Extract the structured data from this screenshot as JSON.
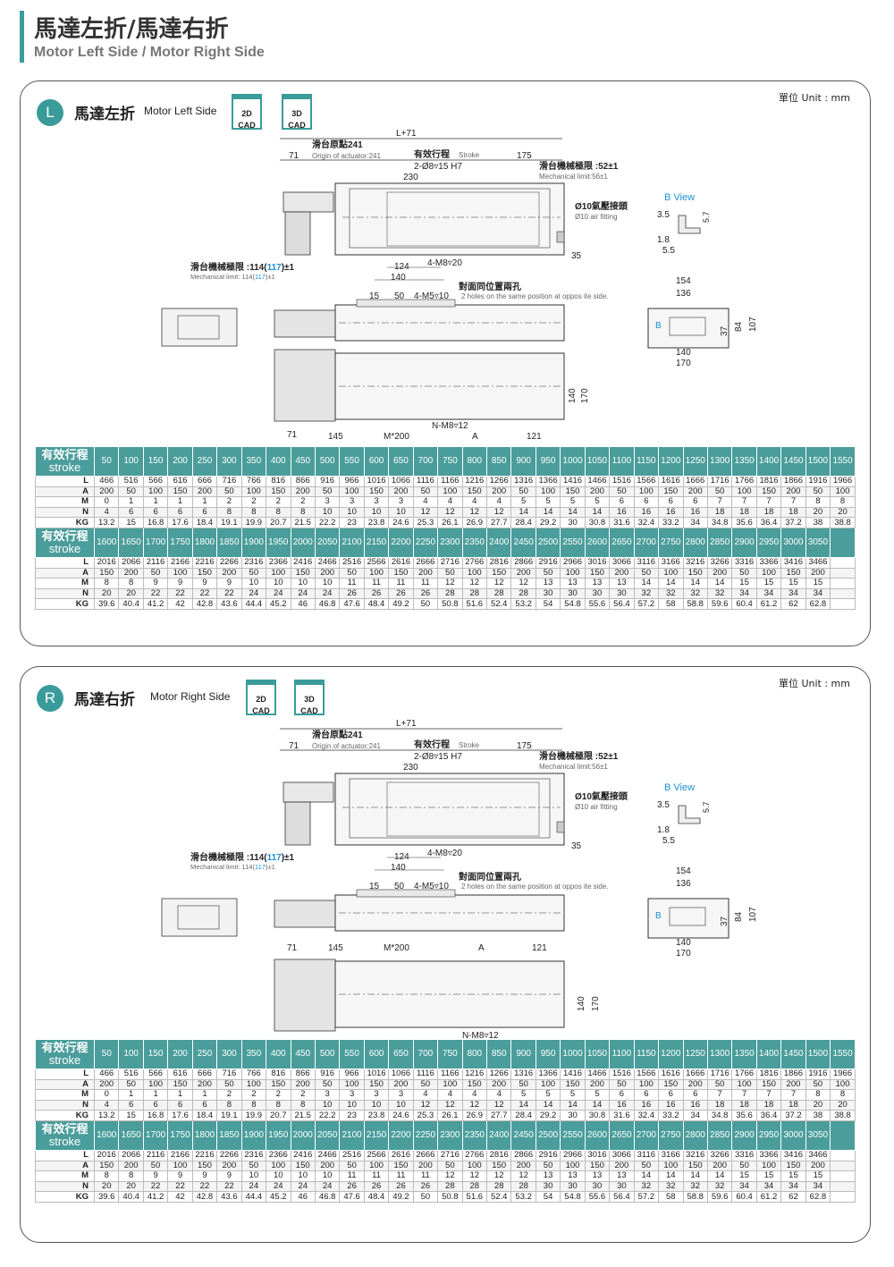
{
  "header": {
    "title_zh": "馬達左折/馬達右折",
    "title_en": "Motor Left Side / Motor Right Side"
  },
  "sections": [
    {
      "badge": "L",
      "title_zh": "馬達左折",
      "title_en": "Motor Left Side",
      "unit": "單位 Unit : mm"
    },
    {
      "badge": "R",
      "title_zh": "馬達右折",
      "title_en": "Motor Right Side",
      "unit": "單位 Unit : mm"
    }
  ],
  "cad": {
    "c2d_top": "2D",
    "c2d_bottom": "CAD",
    "c3d_top": "3D",
    "c3d_bottom": "CAD"
  },
  "dims": {
    "l71": "L+71",
    "d71": "71",
    "origin_zh": "滑台原點241",
    "origin_en": "Origin of actuator:241",
    "stroke_zh": "有效行程",
    "stroke_en": "Stroke",
    "d175": "175",
    "d230": "230",
    "hole": "2-Ø8▿15 H7",
    "mech_zh": "滑台機械極限 :52±1",
    "mech_en": "Mechanical limit:56±1",
    "bview": "B View",
    "air_zh": "Ø10氣壓接頭",
    "air_en": "Ø10 air fitting",
    "d35b": "3.5",
    "d57": "5.7",
    "d18": "1.8",
    "d55": "5.5",
    "mlim_zh": "滑台機械極限 :114(",
    "mlim_hl": "117",
    "mlim_zh2": ")±1",
    "mlim_en": "Mechanical limit: 114(",
    "mlim_en2": ")±1",
    "d35": "35",
    "m8": "4-M8▿20",
    "d124": "124",
    "d140": "140",
    "d15": "15",
    "d50": "50",
    "m5": "4-M5▿10",
    "opp_zh": "對面同位置兩孔",
    "opp_en": "2 holes on the same position at oppos ite side.",
    "d154": "154",
    "d136": "136",
    "d37": "37",
    "d84": "84",
    "d107": "107",
    "b": "B",
    "d170": "170",
    "d145": "145",
    "m200": "M*200",
    "a": "A",
    "d121": "121",
    "nm8": "N-M8▿12"
  },
  "tables": {
    "label_zh": "有效行程",
    "label_en": "stroke",
    "row_labels": [
      "L",
      "A",
      "M",
      "N",
      "KG"
    ],
    "block1": {
      "stroke": [
        "50",
        "100",
        "150",
        "200",
        "250",
        "300",
        "350",
        "400",
        "450",
        "500",
        "550",
        "600",
        "650",
        "700",
        "750",
        "800",
        "850",
        "900",
        "950",
        "1000",
        "1050",
        "1100",
        "1150",
        "1200",
        "1250",
        "1300",
        "1350",
        "1400",
        "1450",
        "1500",
        "1550"
      ],
      "rows": [
        [
          "466",
          "516",
          "566",
          "616",
          "666",
          "716",
          "766",
          "816",
          "866",
          "916",
          "966",
          "1016",
          "1066",
          "1116",
          "1166",
          "1216",
          "1266",
          "1316",
          "1366",
          "1416",
          "1466",
          "1516",
          "1566",
          "1616",
          "1666",
          "1716",
          "1766",
          "1816",
          "1866",
          "1916",
          "1966"
        ],
        [
          "200",
          "50",
          "100",
          "150",
          "200",
          "50",
          "100",
          "150",
          "200",
          "50",
          "100",
          "150",
          "200",
          "50",
          "100",
          "150",
          "200",
          "50",
          "100",
          "150",
          "200",
          "50",
          "100",
          "150",
          "200",
          "50",
          "100",
          "150",
          "200",
          "50",
          "100"
        ],
        [
          "0",
          "1",
          "1",
          "1",
          "1",
          "2",
          "2",
          "2",
          "2",
          "3",
          "3",
          "3",
          "3",
          "4",
          "4",
          "4",
          "4",
          "5",
          "5",
          "5",
          "5",
          "6",
          "6",
          "6",
          "6",
          "7",
          "7",
          "7",
          "7",
          "8",
          "8"
        ],
        [
          "4",
          "6",
          "6",
          "6",
          "6",
          "8",
          "8",
          "8",
          "8",
          "10",
          "10",
          "10",
          "10",
          "12",
          "12",
          "12",
          "12",
          "14",
          "14",
          "14",
          "14",
          "16",
          "16",
          "16",
          "16",
          "18",
          "18",
          "18",
          "18",
          "20",
          "20"
        ],
        [
          "13.2",
          "15",
          "16.8",
          "17.6",
          "18.4",
          "19.1",
          "19.9",
          "20.7",
          "21.5",
          "22.2",
          "23",
          "23.8",
          "24.6",
          "25.3",
          "26.1",
          "26.9",
          "27.7",
          "28.4",
          "29.2",
          "30",
          "30.8",
          "31.6",
          "32.4",
          "33.2",
          "34",
          "34.8",
          "35.6",
          "36.4",
          "37.2",
          "38",
          "38.8"
        ]
      ]
    },
    "block2": {
      "stroke": [
        "1600",
        "1650",
        "1700",
        "1750",
        "1800",
        "1850",
        "1900",
        "1950",
        "2000",
        "2050",
        "2100",
        "2150",
        "2200",
        "2250",
        "2300",
        "2350",
        "2400",
        "2450",
        "2500",
        "2550",
        "2600",
        "2650",
        "2700",
        "2750",
        "2800",
        "2850",
        "2900",
        "2950",
        "3000",
        "3050"
      ],
      "rows": [
        [
          "2016",
          "2066",
          "2116",
          "2166",
          "2216",
          "2266",
          "2316",
          "2366",
          "2416",
          "2466",
          "2516",
          "2566",
          "2616",
          "2666",
          "2716",
          "2766",
          "2816",
          "2866",
          "2916",
          "2966",
          "3016",
          "3066",
          "3116",
          "3166",
          "3216",
          "3266",
          "3316",
          "3366",
          "3416",
          "3466"
        ],
        [
          "150",
          "200",
          "50",
          "100",
          "150",
          "200",
          "50",
          "100",
          "150",
          "200",
          "50",
          "100",
          "150",
          "200",
          "50",
          "100",
          "150",
          "200",
          "50",
          "100",
          "150",
          "200",
          "50",
          "100",
          "150",
          "200",
          "50",
          "100",
          "150",
          "200"
        ],
        [
          "8",
          "8",
          "9",
          "9",
          "9",
          "9",
          "10",
          "10",
          "10",
          "10",
          "11",
          "11",
          "11",
          "11",
          "12",
          "12",
          "12",
          "12",
          "13",
          "13",
          "13",
          "13",
          "14",
          "14",
          "14",
          "14",
          "15",
          "15",
          "15",
          "15"
        ],
        [
          "20",
          "20",
          "22",
          "22",
          "22",
          "22",
          "24",
          "24",
          "24",
          "24",
          "26",
          "26",
          "26",
          "26",
          "28",
          "28",
          "28",
          "28",
          "30",
          "30",
          "30",
          "30",
          "32",
          "32",
          "32",
          "32",
          "34",
          "34",
          "34",
          "34"
        ],
        [
          "39.6",
          "40.4",
          "41.2",
          "42",
          "42.8",
          "43.6",
          "44.4",
          "45.2",
          "46",
          "46.8",
          "47.6",
          "48.4",
          "49.2",
          "50",
          "50.8",
          "51.6",
          "52.4",
          "53.2",
          "54",
          "54.8",
          "55.6",
          "56.4",
          "57.2",
          "58",
          "58.8",
          "59.6",
          "60.4",
          "61.2",
          "62",
          "62.8"
        ]
      ]
    }
  },
  "colors": {
    "accent": "#3a9c9a",
    "table_header": "#4a9d9b",
    "highlight": "#1a8fd6"
  }
}
